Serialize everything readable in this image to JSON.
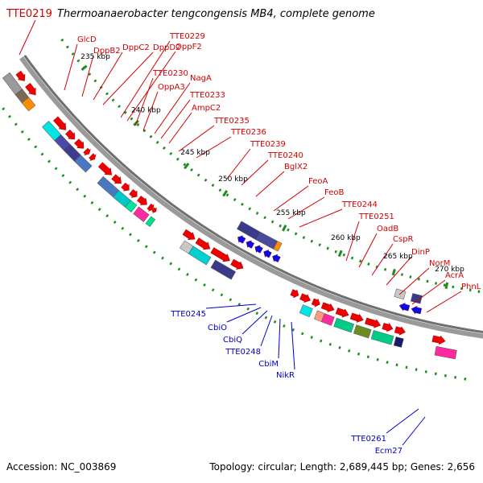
{
  "title": {
    "locus": "TTE0219",
    "organism": "Thermoanaerobacter tengcongensis MB4, complete genome"
  },
  "footer": {
    "accession": "Accession: NC_003869",
    "topology": "Topology: circular; Length: 2,689,445 bp; Genes: 2,656"
  },
  "colors": {
    "forward_label": "#d40000",
    "reverse_label": "#0000c8",
    "backbone": "#9a9a9a",
    "tick": "#1e8c1e"
  },
  "kbp_ticks": [
    "235 kbp",
    "240 kbp",
    "245 kbp",
    "250 kbp",
    "255 kbp",
    "260 kbp",
    "265 kbp",
    "270 kbp"
  ],
  "forward_genes": [
    "GlcD",
    "DppB2",
    "DppC2",
    "DppD2",
    "TTE0229",
    "OppF2",
    "TTE0230",
    "OppA3",
    "NagA",
    "TTE0233",
    "AmpC2",
    "TTE0235",
    "TTE0236",
    "TTE0239",
    "TTE0240",
    "BglX2",
    "FeoA",
    "FeoB",
    "TTE0244",
    "TTE0251",
    "OadB",
    "CspR",
    "DinP",
    "NorM",
    "AcrA",
    "PhnL"
  ],
  "reverse_genes": [
    "TTE0245",
    "CbiO",
    "CbiQ",
    "TTE0248",
    "CbiM",
    "NikR",
    "TTE0261",
    "Ecm27"
  ]
}
